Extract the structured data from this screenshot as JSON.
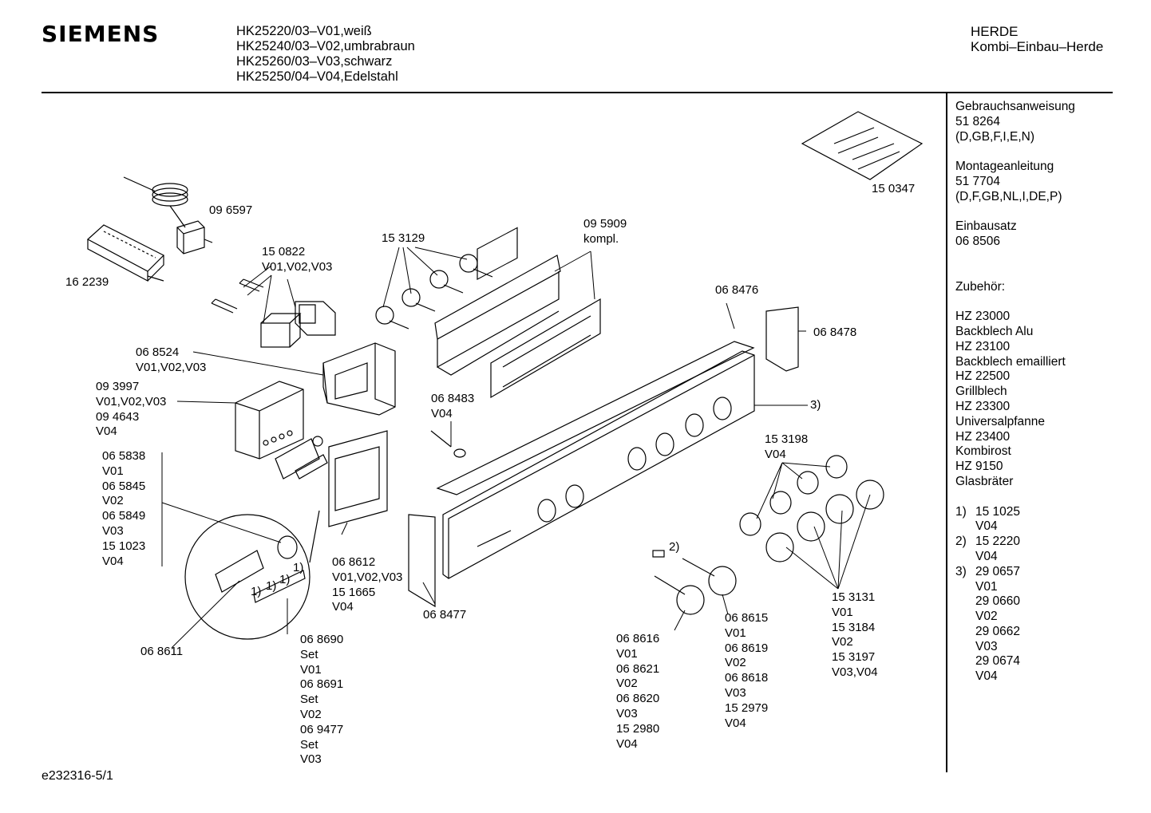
{
  "header": {
    "brand": "SIEMENS",
    "models": [
      "HK25220/03–V01,weiß",
      "HK25240/03–V02,umbrabraun",
      "HK25260/03–V03,schwarz",
      "HK25250/04–V04,Edelstahl"
    ],
    "category": "HERDE",
    "subcategory": "Kombi–Einbau–Herde"
  },
  "sidebar": {
    "docs": [
      {
        "title": "Gebrauchsanweisung",
        "number": "51 8264",
        "langs": "(D,GB,F,I,E,N)"
      },
      {
        "title": "Montageanleitung",
        "number": "51 7704",
        "langs": "(D,F,GB,NL,I,DE,P)"
      },
      {
        "title": "Einbausatz",
        "number": "06 8506"
      }
    ],
    "accessories_title": "Zubehör:",
    "accessories": [
      {
        "code": "HZ 23000",
        "name": "Backblech Alu"
      },
      {
        "code": "HZ 23100",
        "name": "Backblech emailliert"
      },
      {
        "code": "HZ 22500",
        "name": "Grillblech"
      },
      {
        "code": "HZ 23300",
        "name": "Universalpfanne"
      },
      {
        "code": "HZ 23400",
        "name": "Kombirost"
      },
      {
        "code": "HZ 9150",
        "name": "Glasbräter"
      }
    ],
    "footnotes": [
      {
        "mark": "1)",
        "lines": [
          "15 1025",
          "V04"
        ]
      },
      {
        "mark": "2)",
        "lines": [
          "15 2220",
          "V04"
        ]
      },
      {
        "mark": "3)",
        "lines": [
          "29 0657",
          "V01",
          "29 0660",
          "V02",
          "29 0662",
          "V03",
          "29 0674",
          "V04"
        ]
      }
    ]
  },
  "parts": {
    "p096597": [
      "09 6597"
    ],
    "p162239": [
      "16 2239"
    ],
    "p150822": [
      "15 0822",
      "V01,V02,V03"
    ],
    "p153129": [
      "15 3129"
    ],
    "p095909": [
      "09 5909",
      "kompl."
    ],
    "p150347": [
      "15 0347"
    ],
    "p068476": [
      "06 8476"
    ],
    "p068478": [
      "06 8478"
    ],
    "p068524": [
      "06 8524",
      "V01,V02,V03"
    ],
    "p093997": [
      "09 3997",
      "V01,V02,V03",
      "09 4643",
      "V04"
    ],
    "p068483": [
      "06 8483",
      "V04"
    ],
    "note3": [
      "3)"
    ],
    "p153198": [
      "15 3198",
      "V04"
    ],
    "p065838": [
      "06 5838",
      "V01",
      "06 5845",
      "V02",
      "06 5849",
      "V03",
      "15 1023",
      "V04"
    ],
    "p068612": [
      "06 8612",
      "V01,V02,V03",
      "15 1665",
      "V04"
    ],
    "p068477": [
      "06 8477"
    ],
    "p068611": [
      "06 8611"
    ],
    "p068690": [
      "06 8690",
      "Set",
      "V01",
      "06 8691",
      "Set",
      "V02",
      "06 9477",
      "Set",
      "V03"
    ],
    "note2": [
      "2)"
    ],
    "note1": [
      "1)",
      "1)",
      "1)",
      "1)"
    ],
    "p068616": [
      "06 8616",
      "V01",
      "06 8621",
      "V02",
      "06 8620",
      "V03",
      "15 2980",
      "V04"
    ],
    "p068615": [
      "06 8615",
      "V01",
      "06 8619",
      "V02",
      "06 8618",
      "V03",
      "15 2979",
      "V04"
    ]
  },
  "p153131": [
    "15 3131",
    "V01",
    "15 3184",
    "V02",
    "15 3197",
    "V03,V04"
  ],
  "footer": {
    "drawing_id": "e232316-5/1"
  }
}
